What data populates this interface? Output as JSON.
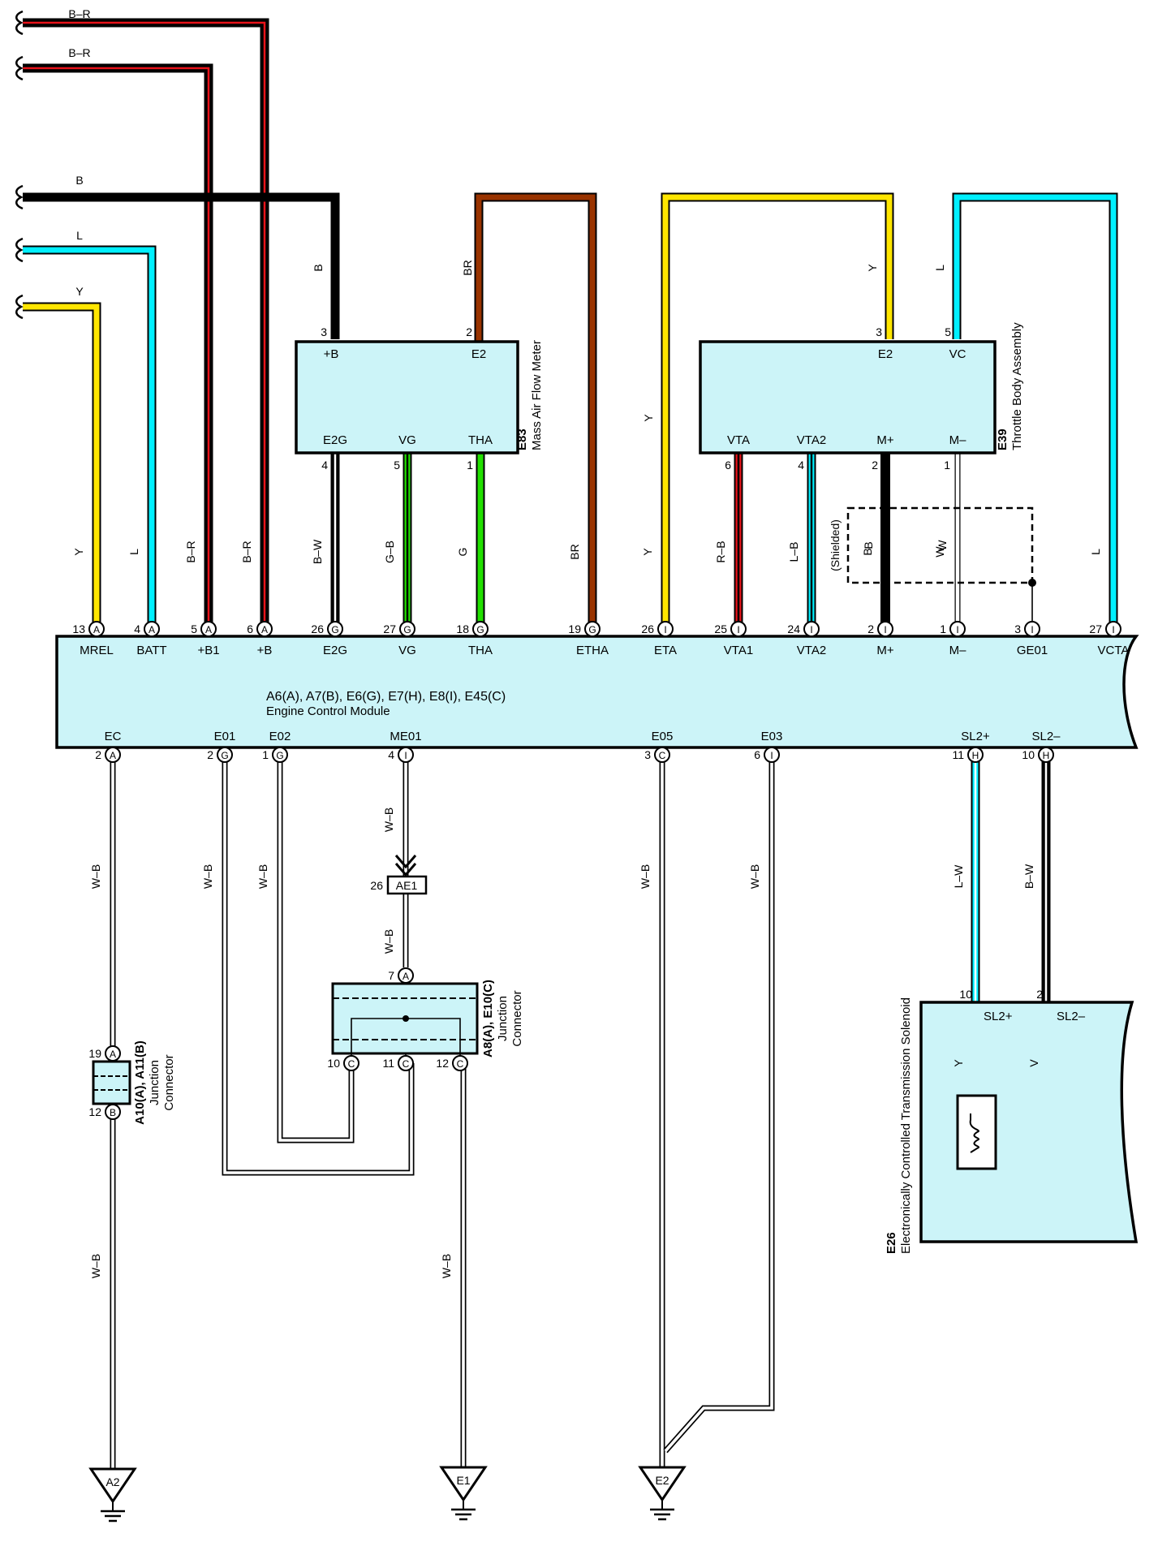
{
  "wire_colors": {
    "B": "#000000",
    "R": "#e8131a",
    "L": "#00f0ff",
    "Y": "#ffe600",
    "BR": "#993300",
    "G": "#22e000",
    "V": "#3b00ff",
    "W": "#ffffff",
    "box_fill": "#ccf4f8"
  },
  "left_wires": [
    {
      "label": "B–R"
    },
    {
      "label": "B–R"
    },
    {
      "label": "B"
    },
    {
      "label": "L"
    },
    {
      "label": "Y"
    }
  ],
  "ecm": {
    "title": "A6(A), A7(B), E6(G), E7(H), E8(I), E45(C)",
    "subtitle": "Engine Control Module",
    "top_pins": [
      {
        "num": "13",
        "conn": "A",
        "name": "MREL",
        "wire": "Y"
      },
      {
        "num": "4",
        "conn": "A",
        "name": "BATT",
        "wire": "L"
      },
      {
        "num": "5",
        "conn": "A",
        "name": "+B1",
        "wire": "B–R"
      },
      {
        "num": "6",
        "conn": "A",
        "name": "+B",
        "wire": "B–R"
      },
      {
        "num": "26",
        "conn": "G",
        "name": "E2G",
        "wire": "B–W"
      },
      {
        "num": "27",
        "conn": "G",
        "name": "VG",
        "wire": "G–B"
      },
      {
        "num": "18",
        "conn": "G",
        "name": "THA",
        "wire": "G"
      },
      {
        "num": "19",
        "conn": "G",
        "name": "ETHA",
        "wire": "BR"
      },
      {
        "num": "26",
        "conn": "I",
        "name": "ETA",
        "wire": "Y"
      },
      {
        "num": "25",
        "conn": "I",
        "name": "VTA1",
        "wire": "R–B"
      },
      {
        "num": "24",
        "conn": "I",
        "name": "VTA2",
        "wire": "L–B"
      },
      {
        "num": "2",
        "conn": "I",
        "name": "M+",
        "wire": "B"
      },
      {
        "num": "1",
        "conn": "I",
        "name": "M–",
        "wire": "W"
      },
      {
        "num": "3",
        "conn": "I",
        "name": "GE01",
        "wire": ""
      },
      {
        "num": "27",
        "conn": "I",
        "name": "VCTA",
        "wire": "L"
      }
    ],
    "bottom_pins": [
      {
        "num": "2",
        "conn": "A",
        "name": "EC",
        "wire": "W–B"
      },
      {
        "num": "2",
        "conn": "G",
        "name": "E01",
        "wire": "W–B"
      },
      {
        "num": "1",
        "conn": "G",
        "name": "E02",
        "wire": "W–B"
      },
      {
        "num": "4",
        "conn": "I",
        "name": "ME01",
        "wire": "W–B"
      },
      {
        "num": "3",
        "conn": "C",
        "name": "E05",
        "wire": "W–B"
      },
      {
        "num": "6",
        "conn": "I",
        "name": "E03",
        "wire": "W–B"
      },
      {
        "num": "11",
        "conn": "H",
        "name": "SL2+",
        "wire": "L–W"
      },
      {
        "num": "10",
        "conn": "H",
        "name": "SL2–",
        "wire": "B–W"
      }
    ]
  },
  "maf": {
    "code": "E83",
    "name": "Mass Air Flow Meter",
    "top_pins": [
      {
        "num": "3",
        "name": "+B",
        "wire": "B"
      },
      {
        "num": "2",
        "name": "E2",
        "wire": "BR"
      }
    ],
    "bottom_pins": [
      {
        "num": "4",
        "name": "E2G"
      },
      {
        "num": "5",
        "name": "VG"
      },
      {
        "num": "1",
        "name": "THA"
      }
    ]
  },
  "throttle": {
    "code": "E39",
    "name": "Throttle Body Assembly",
    "top_pins": [
      {
        "num": "3",
        "name": "E2",
        "wire": "Y"
      },
      {
        "num": "5",
        "name": "VC",
        "wire": "L"
      }
    ],
    "bottom_pins": [
      {
        "num": "6",
        "name": "VTA"
      },
      {
        "num": "4",
        "name": "VTA2"
      },
      {
        "num": "2",
        "name": "M+"
      },
      {
        "num": "1",
        "name": "M–"
      }
    ],
    "eta_wire": "Y",
    "shielded": "(Shielded)"
  },
  "ae1": {
    "num": "26",
    "name": "AE1",
    "wire_above": "W–B",
    "wire_below": "W–B"
  },
  "jc_a8": {
    "code": "A8(A), E10(C)",
    "line1": "Junction",
    "line2": "Connector",
    "top_pin": {
      "num": "7",
      "conn": "A"
    },
    "bottom_pins": [
      {
        "num": "10",
        "conn": "C"
      },
      {
        "num": "11",
        "conn": "C"
      },
      {
        "num": "12",
        "conn": "C"
      }
    ],
    "out_wire": "W–B"
  },
  "jc_a10": {
    "code": "A10(A), A11(B)",
    "line1": "Junction",
    "line2": "Connector",
    "top_pin": {
      "num": "19",
      "conn": "A"
    },
    "bottom_pin": {
      "num": "12",
      "conn": "B"
    },
    "out_wire": "W–B"
  },
  "solenoid": {
    "code": "E26",
    "name": "Electronically Controlled Transmission Solenoid",
    "pins": [
      {
        "num": "10",
        "name": "SL2+",
        "wire": "Y"
      },
      {
        "num": "2",
        "name": "SL2–",
        "wire": "V"
      }
    ]
  },
  "grounds": [
    {
      "name": "A2"
    },
    {
      "name": "E1"
    },
    {
      "name": "E2"
    }
  ]
}
